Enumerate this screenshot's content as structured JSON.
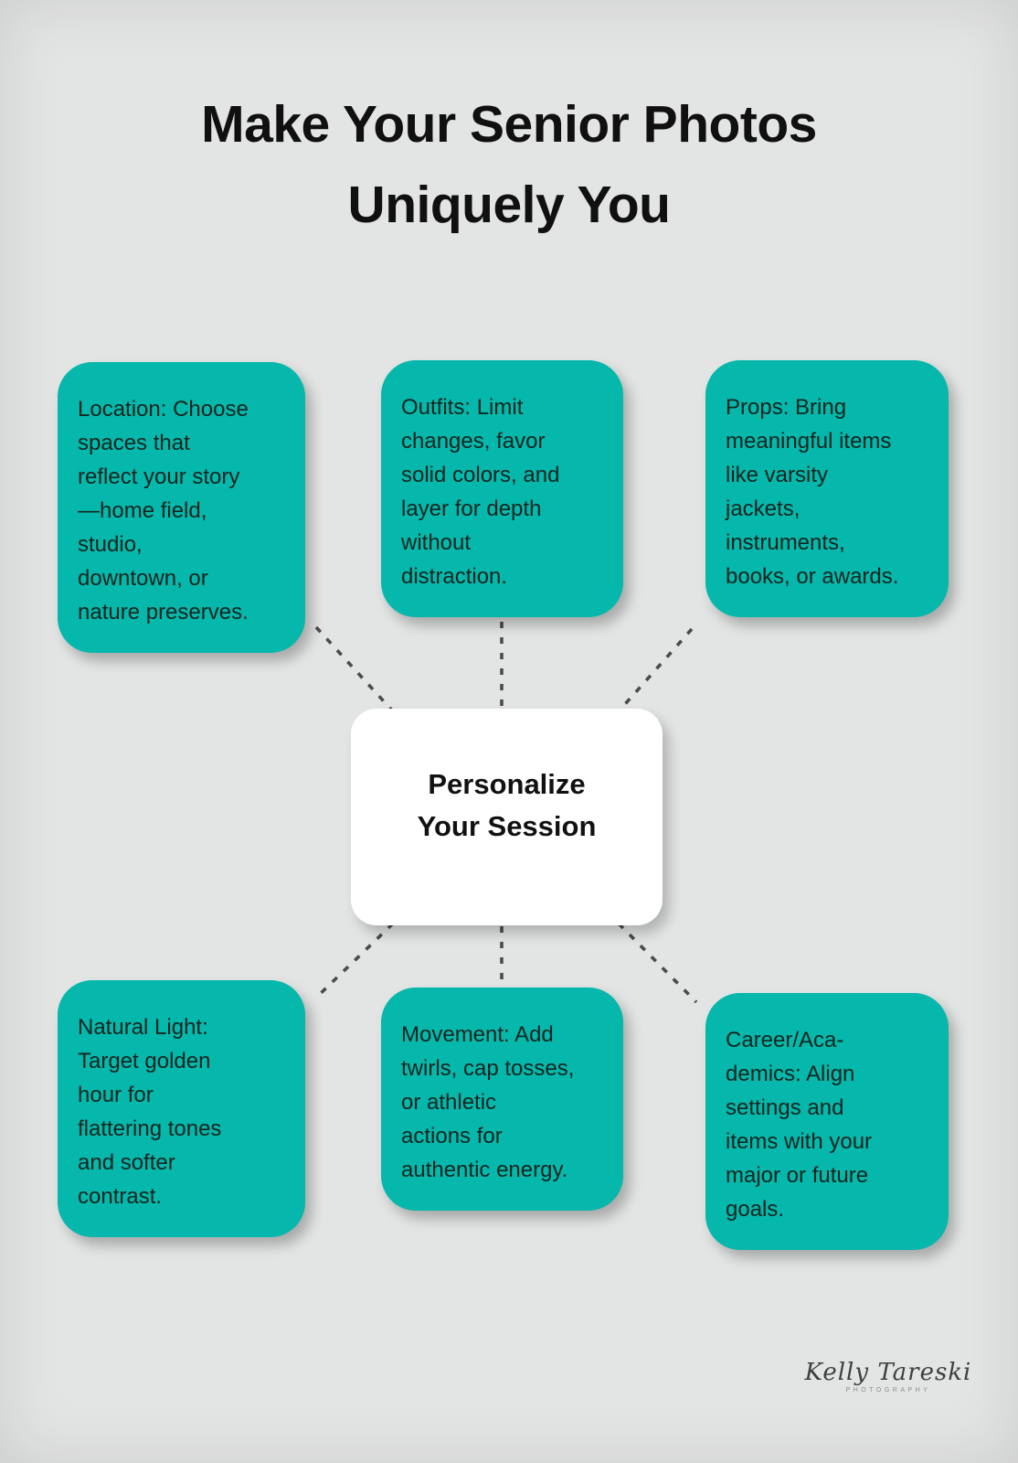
{
  "title": {
    "lines": [
      "Make Your Senior Photos",
      "Uniquely You"
    ]
  },
  "center": {
    "lines": [
      "Personalize",
      "Your Session"
    ]
  },
  "nodes": [
    {
      "name": "location",
      "lines": [
        "Location: Choose",
        "spaces that",
        "reflect your story",
        "—home field,",
        "studio,",
        "downtown, or",
        "nature preserves."
      ]
    },
    {
      "name": "outfits",
      "lines": [
        "Outfits: Limit",
        "changes, favor",
        "solid colors, and",
        "layer for depth",
        "without",
        "distraction."
      ]
    },
    {
      "name": "props",
      "lines": [
        "Props: Bring",
        "meaningful items",
        "like varsity",
        "jackets,",
        "instruments,",
        "books, or awards."
      ]
    },
    {
      "name": "natural-light",
      "lines": [
        "Natural Light:",
        "Target golden",
        "hour for",
        "flattering tones",
        "and softer",
        "contrast."
      ]
    },
    {
      "name": "movement",
      "lines": [
        "Movement: Add",
        "twirls, cap tosses,",
        "or athletic",
        "actions for",
        "authentic energy."
      ]
    },
    {
      "name": "career-academics",
      "lines": [
        "Career/Aca-",
        "demics: Align",
        "settings and",
        "items with your",
        "major or future",
        "goals."
      ]
    }
  ],
  "signature": {
    "name": "Kelly Tareski",
    "subtitle": "PHOTOGRAPHY"
  },
  "colors": {
    "background": "#e3e5e4",
    "teal": "#06b7ab",
    "ink": "#13251f",
    "title": "#101010",
    "connector": "#4b4b4b"
  }
}
